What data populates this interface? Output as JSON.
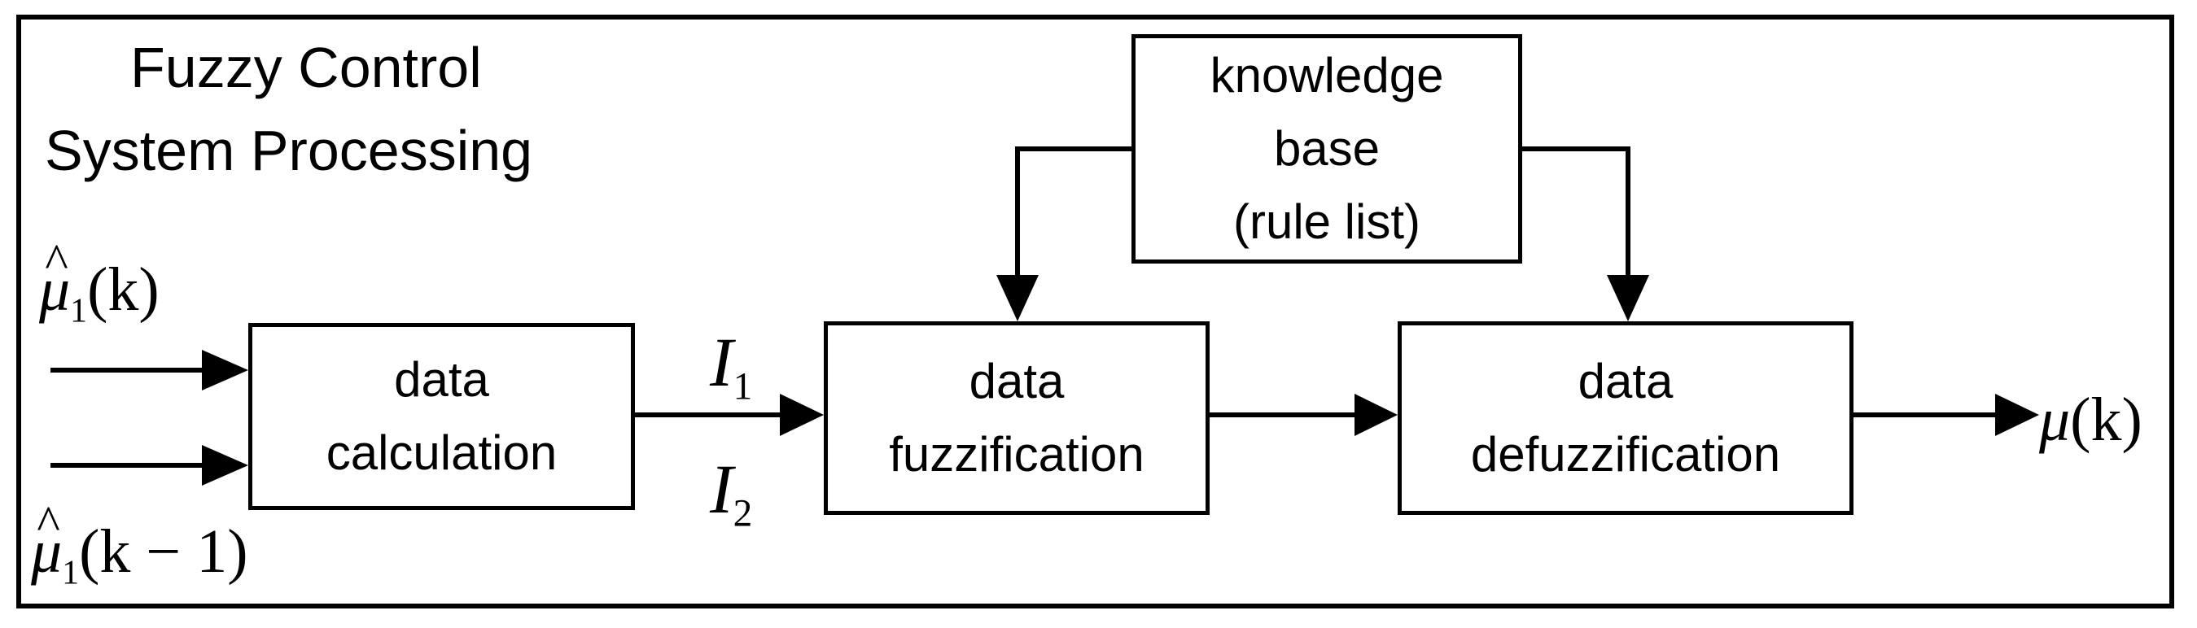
{
  "title": {
    "line1": "Fuzzy Control",
    "line2": "System Processing"
  },
  "blocks": {
    "knowledge_base": [
      "knowledge",
      "base",
      "(rule list)"
    ],
    "calculation": [
      "data",
      "calculation"
    ],
    "fuzzification": [
      "data",
      "fuzzification"
    ],
    "defuzzification": [
      "data",
      "defuzzification"
    ]
  },
  "signals": {
    "input1": {
      "symbol": "μ",
      "subscript": "1",
      "arg": "(k)"
    },
    "input2": {
      "symbol": "μ",
      "subscript": "1",
      "arg": "(k − 1)"
    },
    "intermediate1": {
      "symbol": "I",
      "subscript": "1"
    },
    "intermediate2": {
      "symbol": "I",
      "subscript": "2"
    },
    "output": {
      "symbol": "μ",
      "arg": "(k)"
    }
  }
}
